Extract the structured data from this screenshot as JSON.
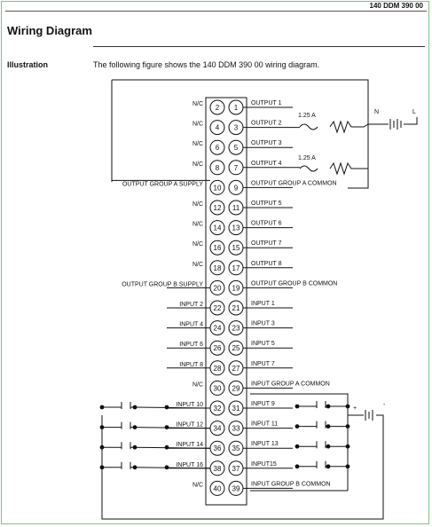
{
  "header": {
    "doc_id": "140 DDM 390 00"
  },
  "page": {
    "title": "Wiring Diagram",
    "illustration_label": "Illustration",
    "caption": "The following figure shows the 140 DDM 390 00 wiring diagram."
  },
  "terminals": [
    {
      "left": "2",
      "right": "1",
      "left_label": "N/C",
      "right_label": "OUTPUT 1"
    },
    {
      "left": "4",
      "right": "3",
      "left_label": "N/C",
      "right_label": "OUTPUT 2"
    },
    {
      "left": "6",
      "right": "5",
      "left_label": "N/C",
      "right_label": "OUTPUT 3"
    },
    {
      "left": "8",
      "right": "7",
      "left_label": "N/C",
      "right_label": "OUTPUT 4"
    },
    {
      "left": "10",
      "right": "9",
      "left_label": "OUTPUT GROUP A SUPPLY",
      "right_label": "OUTPUT GROUP A COMMON"
    },
    {
      "left": "12",
      "right": "11",
      "left_label": "N/C",
      "right_label": "OUTPUT 5"
    },
    {
      "left": "14",
      "right": "13",
      "left_label": "N/C",
      "right_label": "OUTPUT 6"
    },
    {
      "left": "16",
      "right": "15",
      "left_label": "N/C",
      "right_label": "OUTPUT 7"
    },
    {
      "left": "18",
      "right": "17",
      "left_label": "N/C",
      "right_label": "OUTPUT 8"
    },
    {
      "left": "20",
      "right": "19",
      "left_label": "OUTPUT GROUP B SUPPLY",
      "right_label": "OUTPUT GROUP B COMMON"
    },
    {
      "left": "22",
      "right": "21",
      "left_label": "INPUT 2",
      "right_label": "INPUT 1"
    },
    {
      "left": "24",
      "right": "23",
      "left_label": "INPUT 4",
      "right_label": "INPUT 3"
    },
    {
      "left": "26",
      "right": "25",
      "left_label": "INPUT 6",
      "right_label": "INPUT 5"
    },
    {
      "left": "28",
      "right": "27",
      "left_label": "INPUT 8",
      "right_label": "INPUT 7"
    },
    {
      "left": "30",
      "right": "29",
      "left_label": "N/C",
      "right_label": "INPUT GROUP A COMMON"
    },
    {
      "left": "32",
      "right": "31",
      "left_label": "INPUT 10",
      "right_label": "INPUT 9"
    },
    {
      "left": "34",
      "right": "33",
      "left_label": "INPUT 12",
      "right_label": "INPUT 11"
    },
    {
      "left": "36",
      "right": "35",
      "left_label": "INPUT 14",
      "right_label": "INPUT 13"
    },
    {
      "left": "38",
      "right": "37",
      "left_label": "INPUT 16",
      "right_label": "INPUT15"
    },
    {
      "left": "40",
      "right": "39",
      "left_label": "N/C",
      "right_label": "INPUT GROUP B COMMON"
    }
  ],
  "fuse_labels": [
    "1.25 A",
    "1.25 A"
  ],
  "power_labels": {
    "neutral": "N",
    "line": "L"
  },
  "polarity_labels": {
    "plus": "+",
    "minus": "-"
  }
}
